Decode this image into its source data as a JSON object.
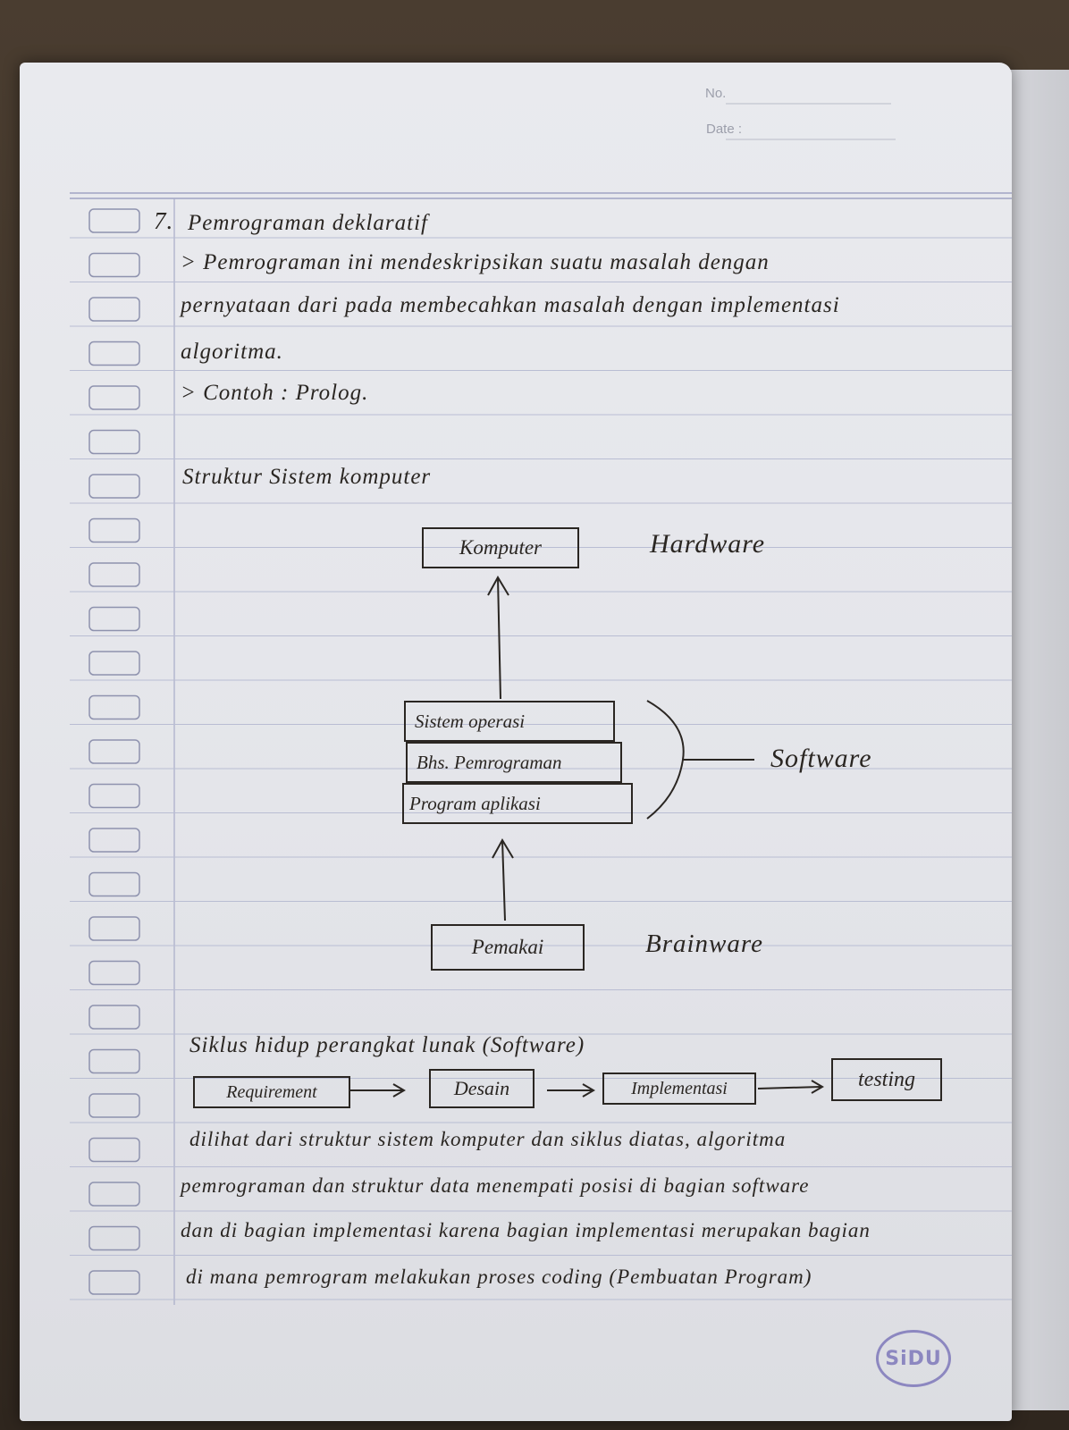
{
  "header": {
    "no_label": "No.",
    "date_label": "Date :"
  },
  "item_number": "7.",
  "paragraph1": {
    "title": "Pemrograman deklaratif",
    "lines": [
      "> Pemrograman ini mendeskripsikan suatu masalah dengan",
      "pernyataan dari pada membecahkan masalah dengan implementasi",
      "algoritma."
    ],
    "example": "> Contoh : Prolog."
  },
  "diagram": {
    "title": "Struktur Sistem komputer",
    "komputer": "Komputer",
    "hardware": "Hardware",
    "layers": [
      "Sistem operasi",
      "Bhs. Pemrograman",
      "Program aplikasi"
    ],
    "software": "Software",
    "pemakai": "Pemakai",
    "brainware": "Brainware"
  },
  "siklus": {
    "title": "Siklus hidup perangkat lunak (Software)",
    "steps": [
      "Requirement",
      "Desain",
      "Implementasi",
      "testing"
    ]
  },
  "conclusion": [
    "dilihat dari struktur sistem komputer dan siklus diatas, algoritma",
    "pemrograman dan struktur data menempati posisi di bagian software",
    "dan di bagian implementasi karena bagian implementasi merupakan bagian",
    "di mana pemrogram melakukan proses coding (Pembuatan Program)"
  ],
  "logo_text": "SiDU"
}
